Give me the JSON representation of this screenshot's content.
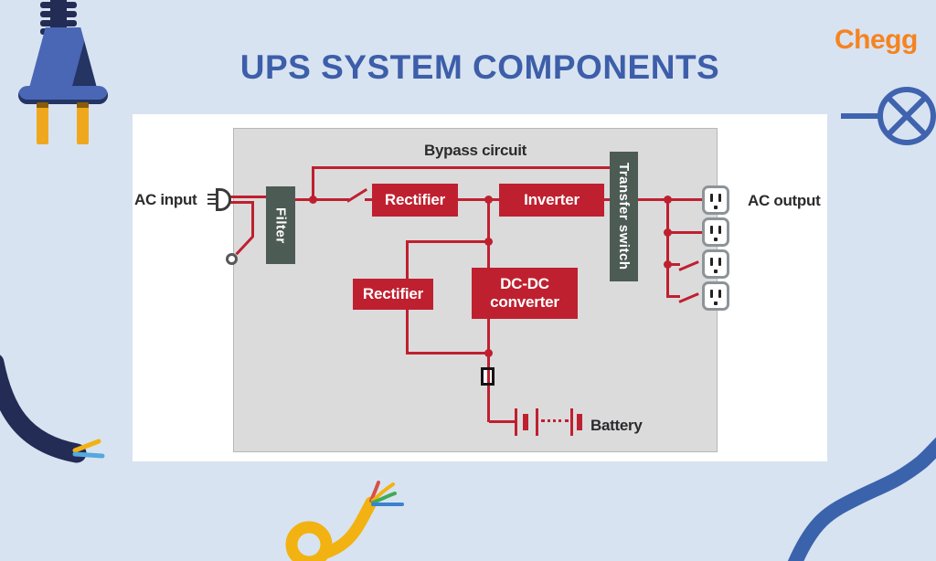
{
  "page": {
    "title": "UPS SYSTEM COMPONENTS",
    "brand": "Chegg"
  },
  "colors": {
    "background": "#d8e3f1",
    "panel": "#ffffff",
    "diagram_bg": "#dbdbdc",
    "diagram_border": "#b7b7b9",
    "accent_red": "#bf202f",
    "slate": "#4d5b55",
    "title_blue": "#3d5ea9",
    "brand_orange": "#f6831f",
    "label_dark": "#2b2b2d",
    "outlet_border": "#8d9499",
    "navy": "#232c55",
    "plug_blue": "#4a67b5",
    "prong_yellow": "#efa81e",
    "cable_blue": "#3b63ac",
    "wire_yellow": "#f2b211",
    "wire_light_blue": "#57a8dd",
    "wire_green": "#3faa58",
    "wire_red": "#d94f46"
  },
  "diagram": {
    "labels": {
      "ac_input": "AC input",
      "bypass_circuit": "Bypass circuit",
      "ac_output": "AC output",
      "battery": "Battery"
    },
    "components": {
      "filter": "Filter",
      "rectifier_top": "Rectifier",
      "inverter": "Inverter",
      "transfer_switch": "Transfer switch",
      "rectifier_bottom": "Rectifier",
      "dc_dc_converter": "DC-DC converter"
    }
  }
}
